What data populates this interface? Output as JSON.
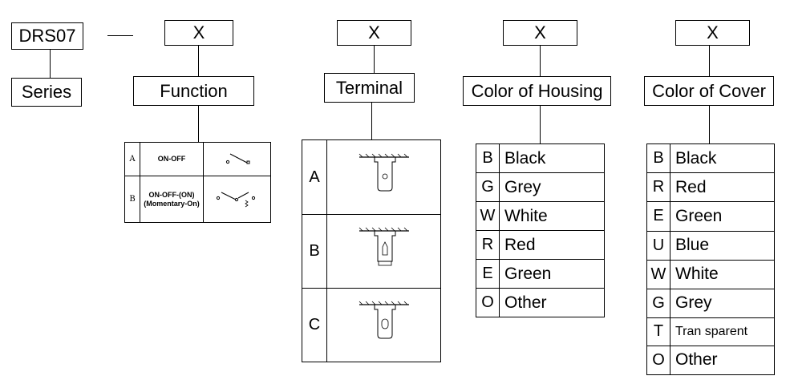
{
  "series": {
    "code": "DRS07",
    "label": "Series"
  },
  "function": {
    "placeholder": "X",
    "label": "Function",
    "options": [
      {
        "code": "A",
        "name": "ON-OFF"
      },
      {
        "code": "B",
        "name": "ON-OFF-(ON)",
        "sub": "(Momentary-On)"
      }
    ]
  },
  "terminal": {
    "placeholder": "X",
    "label": "Terminal",
    "options": [
      {
        "code": "A"
      },
      {
        "code": "B"
      },
      {
        "code": "C"
      }
    ]
  },
  "housing": {
    "placeholder": "X",
    "label": "Color of Housing",
    "options": [
      {
        "code": "B",
        "name": "Black"
      },
      {
        "code": "G",
        "name": "Grey"
      },
      {
        "code": "W",
        "name": "White"
      },
      {
        "code": "R",
        "name": "Red"
      },
      {
        "code": "E",
        "name": "Green"
      },
      {
        "code": "O",
        "name": "Other"
      }
    ]
  },
  "cover": {
    "placeholder": "X",
    "label": "Color of Cover",
    "options": [
      {
        "code": "B",
        "name": "Black"
      },
      {
        "code": "R",
        "name": "Red"
      },
      {
        "code": "E",
        "name": "Green"
      },
      {
        "code": "U",
        "name": "Blue"
      },
      {
        "code": "W",
        "name": "White"
      },
      {
        "code": "G",
        "name": "Grey"
      },
      {
        "code": "T",
        "name": "Tran sparent"
      },
      {
        "code": "O",
        "name": "Other"
      }
    ]
  }
}
